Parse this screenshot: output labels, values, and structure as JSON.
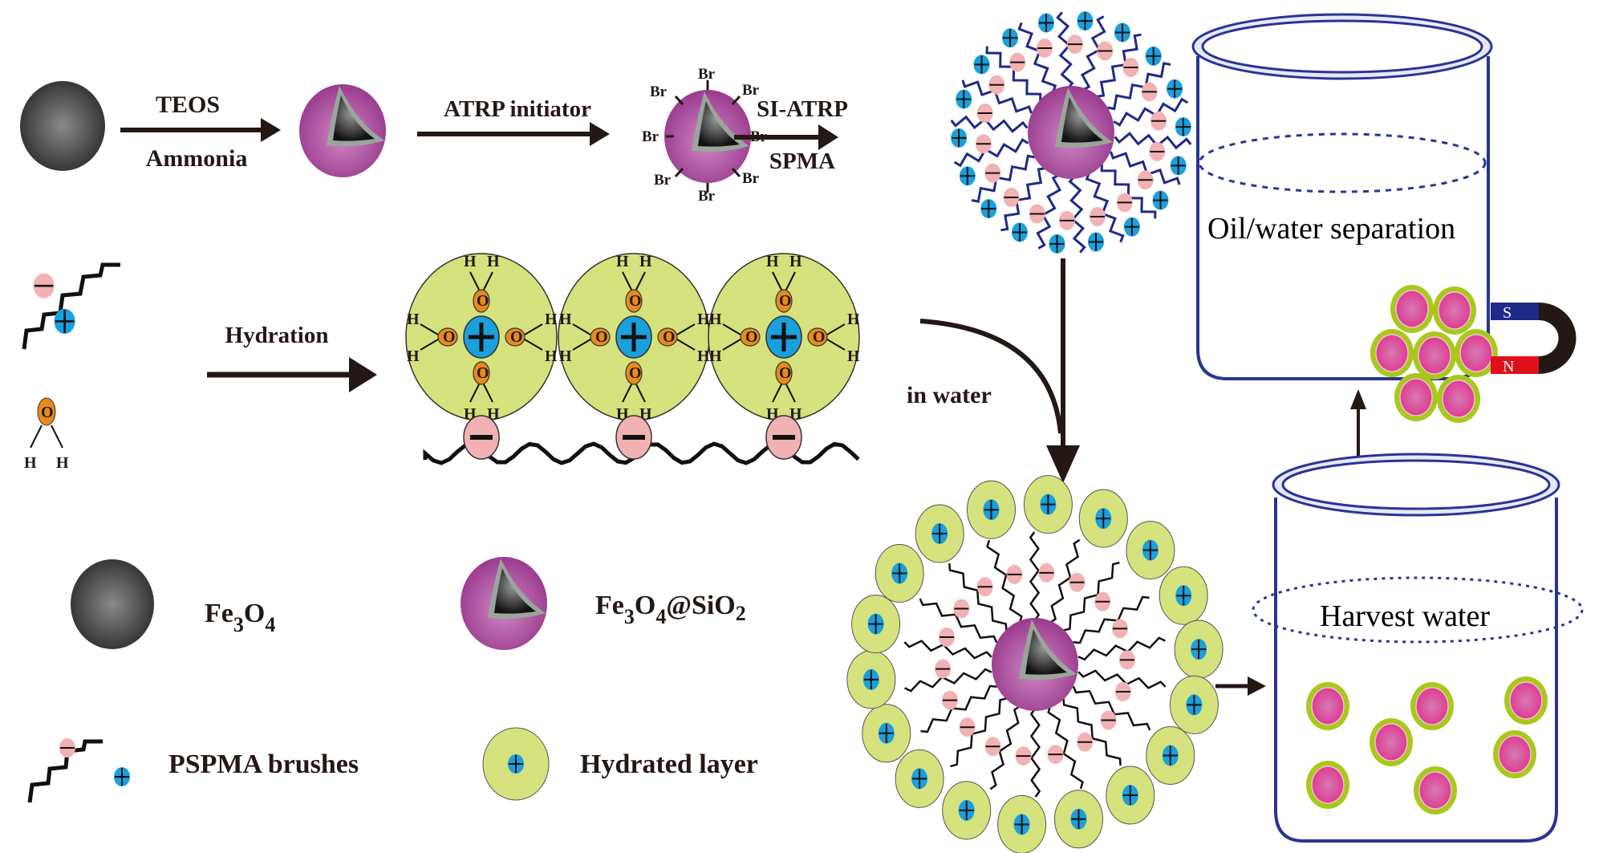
{
  "colors": {
    "core_dark": "#3a3a3a",
    "shell_magenta": "#a8489c",
    "silica_gray": "#9aa59c",
    "hydrated_green": "#d5e27d",
    "cation_blue": "#1aa0dc",
    "anion_pink": "#f2b2b4",
    "oxygen_orange": "#e88a1c",
    "brush_navy": "#1f2a86",
    "beaker_navy": "#283593",
    "particle_pink": "#e0429a",
    "particle_ring": "#a8c81c",
    "magnet_blue": "#1f2a86",
    "magnet_red": "#e0101a",
    "magnet_black": "#231815",
    "arrow": "#231815"
  },
  "synthesis": {
    "step1_top": "TEOS",
    "step1_bottom": "Ammonia",
    "step2_top": "ATRP initiator",
    "step3_top": "SI-ATRP",
    "step3_bottom": "SPMA",
    "bromine_label": "Br"
  },
  "hydration": {
    "label": "Hydration",
    "oxygen": "O",
    "hydrogen": "H",
    "plus": "+",
    "minus": "−"
  },
  "in_water_label": "in water",
  "legend": {
    "fe3o4": {
      "base": "Fe",
      "sub1": "3",
      "mid": "O",
      "sub2": "4"
    },
    "fe3o4_sio2": {
      "base": "Fe",
      "sub1": "3",
      "mid": "O",
      "sub2": "4",
      "tail": "@SiO",
      "sub3": "2"
    },
    "pspma": "PSPMA brushes",
    "hydrated": "Hydrated layer"
  },
  "beakers": {
    "oil_water": "Oil/water separation",
    "harvest": "Harvest water",
    "magnet_s": "S",
    "magnet_n": "N"
  }
}
